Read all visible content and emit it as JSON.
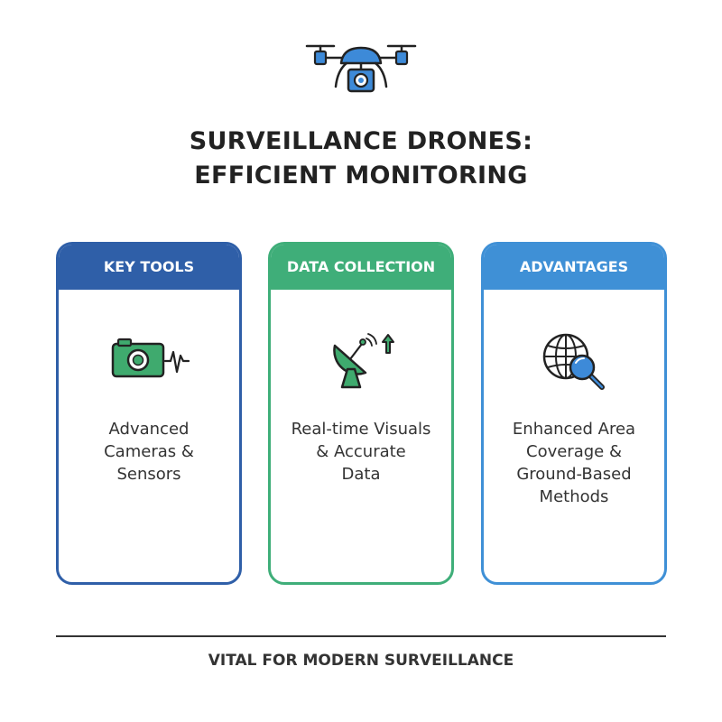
{
  "header": {
    "icon": "drone-camera-icon",
    "title_lines": [
      "SURVEILLANCE DRONES:",
      "EFFICIENT MONITORING"
    ]
  },
  "colors": {
    "blue_dark": "#2f5fa8",
    "green": "#3fae79",
    "blue_light": "#3f90d6",
    "icon_blue": "#3d8ad8",
    "icon_green": "#3faa6e",
    "text": "#222222"
  },
  "cards": [
    {
      "title": "KEY TOOLS",
      "icon": "camera-sensor-icon",
      "text_lines": [
        "Advanced",
        "Cameras &",
        "Sensors"
      ]
    },
    {
      "title": "DATA COLLECTION",
      "icon": "satellite-dish-icon",
      "text_lines": [
        "Real-time Visuals",
        "& Accurate",
        "Data"
      ]
    },
    {
      "title": "ADVANTAGES",
      "icon": "globe-magnifier-icon",
      "text_lines": [
        "Enhanced Area",
        "Coverage &",
        "Ground-Based",
        "Methods"
      ]
    }
  ],
  "footer": {
    "text": "VITAL FOR MODERN SURVEILLANCE"
  }
}
